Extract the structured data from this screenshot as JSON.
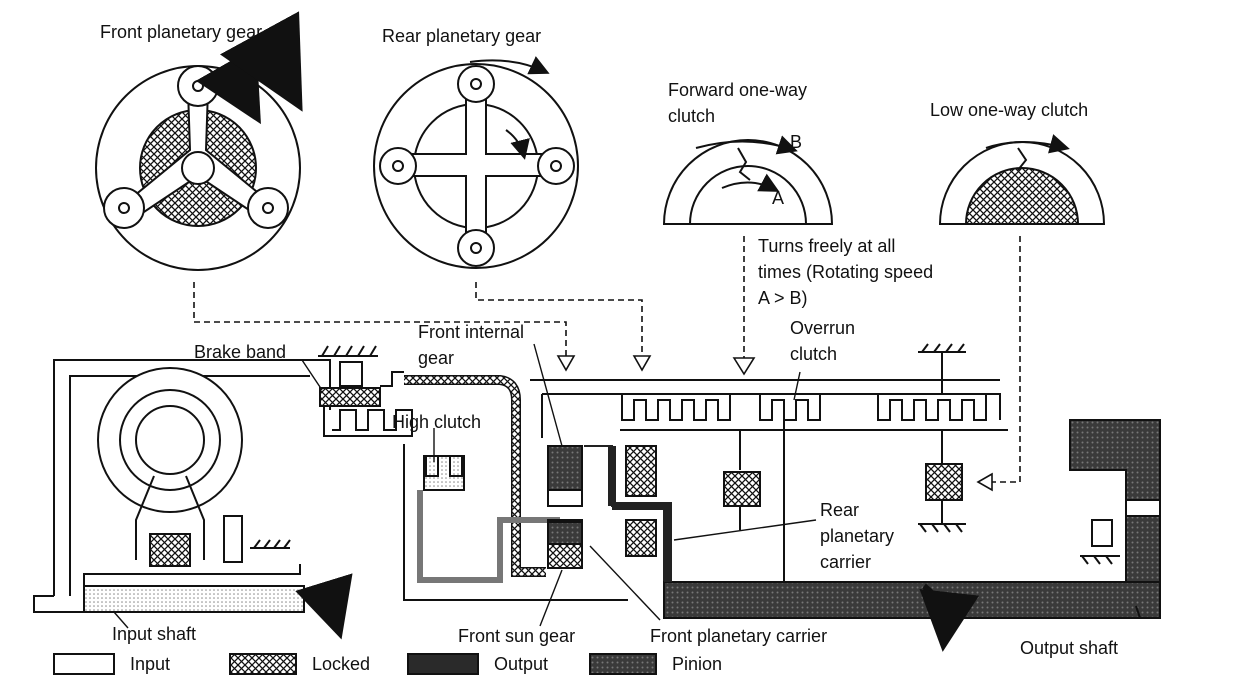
{
  "labels": {
    "front_planetary_gear": "Front planetary gear",
    "rear_planetary_gear": "Rear planetary gear",
    "forward_one_way_clutch_1": "Forward one-way",
    "forward_one_way_clutch_2": "clutch",
    "low_one_way_clutch": "Low one-way clutch",
    "point_b": "B",
    "point_a": "A",
    "turns_freely_1": "Turns freely at all",
    "turns_freely_2": "times (Rotating speed",
    "turns_freely_3": "A > B)",
    "front_internal_1": "Front internal",
    "front_internal_2": "gear",
    "brake_band": "Brake band",
    "high_clutch": "High clutch",
    "overrun_1": "Overrun",
    "overrun_2": "clutch",
    "rear_carrier_1": "Rear",
    "rear_carrier_2": "planetary",
    "rear_carrier_3": "carrier",
    "input_shaft": "Input shaft",
    "front_sun_gear": "Front sun gear",
    "front_planetary_carrier": "Front planetary carrier",
    "output_shaft": "Output shaft"
  },
  "legend": [
    {
      "label": "Input",
      "style": "input"
    },
    {
      "label": "Locked",
      "style": "locked"
    },
    {
      "label": "Output",
      "style": "output"
    },
    {
      "label": "Pinion",
      "style": "pinion"
    }
  ],
  "colors": {
    "line": "#111111",
    "output": "#2a2a2a",
    "pinion": "#5a5a5a"
  }
}
